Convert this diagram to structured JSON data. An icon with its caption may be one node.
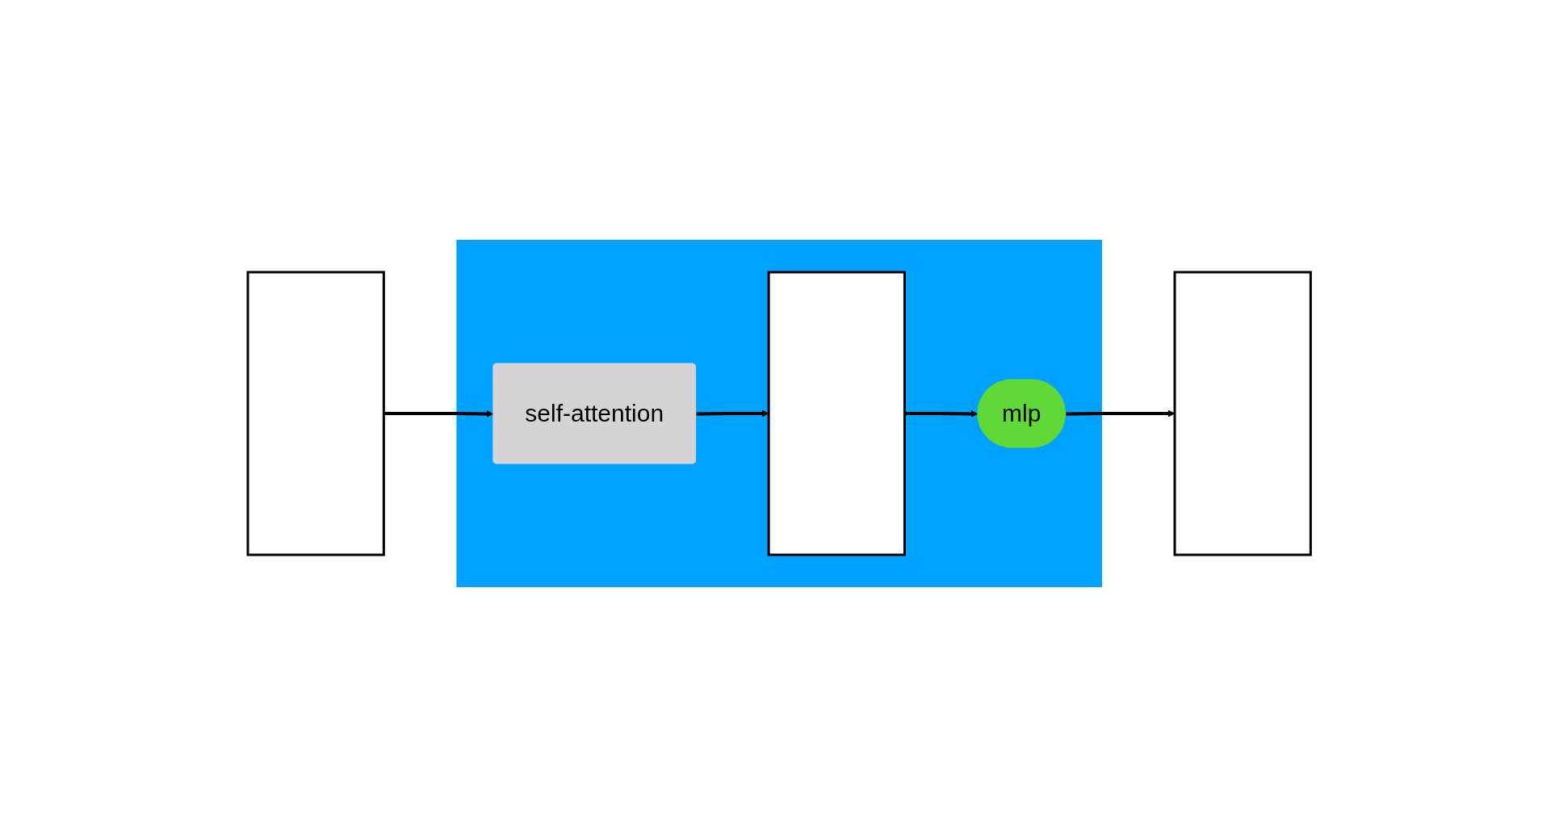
{
  "diagram": {
    "nodes": [
      {
        "text": [],
        "shape": "box"
      },
      {
        "text": [],
        "shape": "grid"
      },
      {
        "text": [
          "self-attention"
        ],
        "in": 0
      },
      {
        "text": [],
        "shape": "grid",
        "in": 0
      },
      {
        "text": [
          "mlp"
        ],
        "in": 0
      },
      {
        "text": [],
        "shape": "grid"
      }
    ],
    "edges": [
      {
        "from": 1,
        "to": 2,
        "arrow": "to"
      },
      {
        "from": 2,
        "to": 3,
        "arrow": "to"
      },
      {
        "from": 3,
        "to": 4,
        "arrow": "to"
      },
      {
        "from": 4,
        "to": 5,
        "arrow": "to"
      }
    ]
  }
}
